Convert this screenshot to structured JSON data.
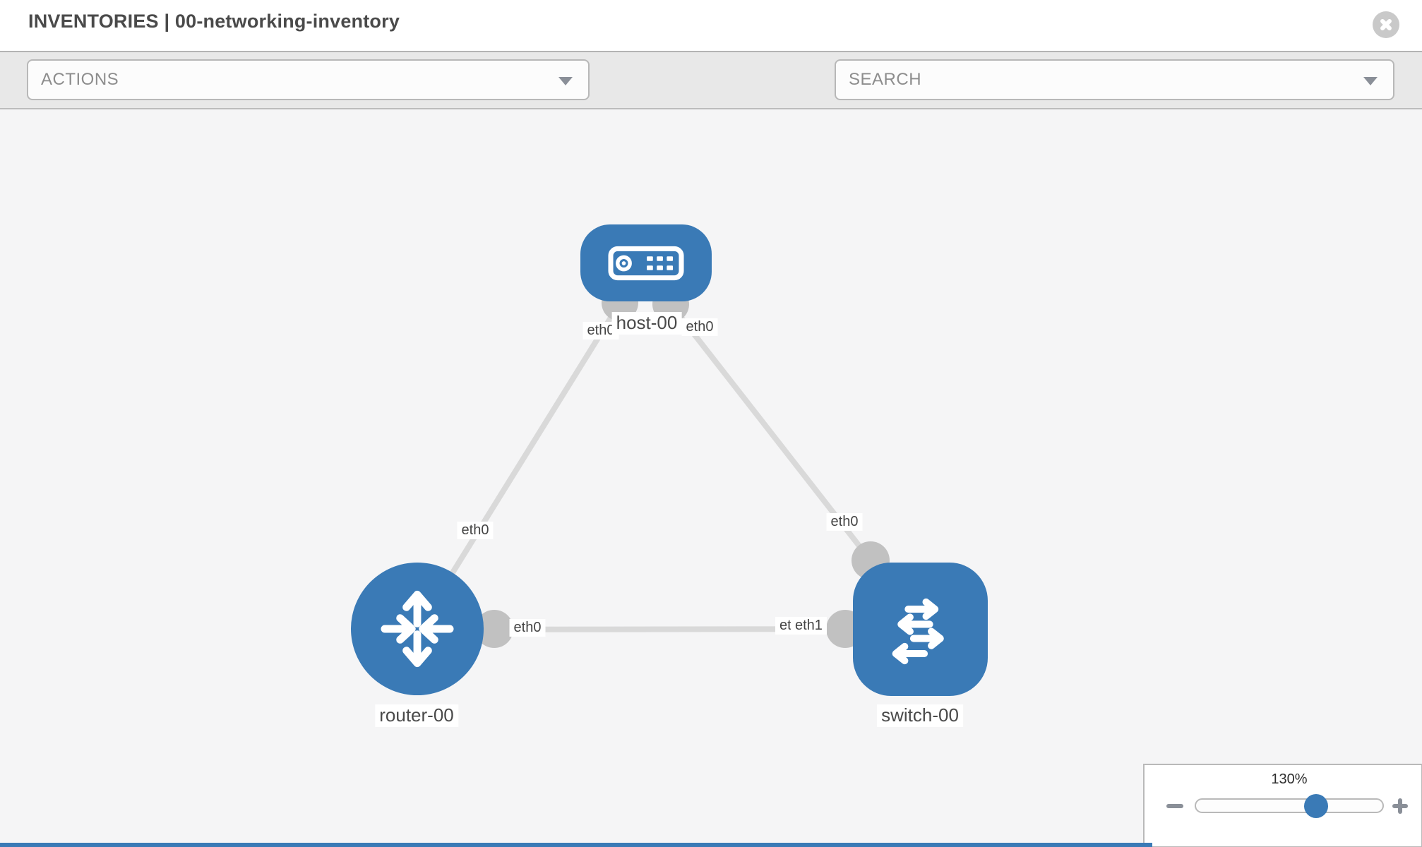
{
  "header": {
    "title": "INVENTORIES | 00-networking-inventory"
  },
  "toolbar": {
    "actions_label": "ACTIONS",
    "search_label": "SEARCH"
  },
  "icons": {
    "close": "circle-x-icon",
    "wrench": "wrench-icon",
    "key": "key-icon",
    "caret": "caret-down-icon",
    "zoom_out": "minus-icon",
    "zoom_in": "plus-icon"
  },
  "topology": {
    "nodes": {
      "host": {
        "label": "host-00",
        "type": "host"
      },
      "router": {
        "label": "router-00",
        "type": "router"
      },
      "switch": {
        "label": "switch-00",
        "type": "switch"
      }
    },
    "interfaces": {
      "host_left": "eth0",
      "host_right": "eth0",
      "router_top": "eth0",
      "switch_top": "eth0",
      "router_right": "eth0",
      "switch_left_hidden": "eth0",
      "switch_left": "eth1"
    },
    "links": [
      {
        "from": "host-00",
        "to": "router-00"
      },
      {
        "from": "host-00",
        "to": "switch-00"
      },
      {
        "from": "router-00",
        "to": "switch-00"
      }
    ]
  },
  "zoom": {
    "level": "130%"
  },
  "colors": {
    "node_blue": "#3a7ab6",
    "link_gray": "#d9d9d9",
    "interface_gray": "#c1c1c1",
    "toolbar_bg": "#e8e8e8",
    "canvas_bg": "#f5f5f6"
  }
}
